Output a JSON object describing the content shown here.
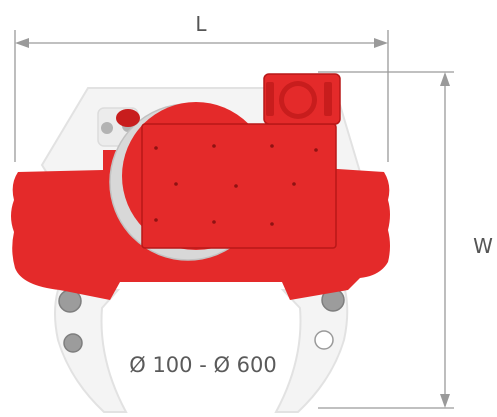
{
  "dimensions": {
    "length_label": "L",
    "width_label": "W"
  },
  "grip_range": {
    "label": "Ø 100 - Ø 600"
  },
  "colors": {
    "body_red": "#e42a2a",
    "frame_light": "#f4f4f4",
    "dimension_grey": "#9a9a9a"
  }
}
